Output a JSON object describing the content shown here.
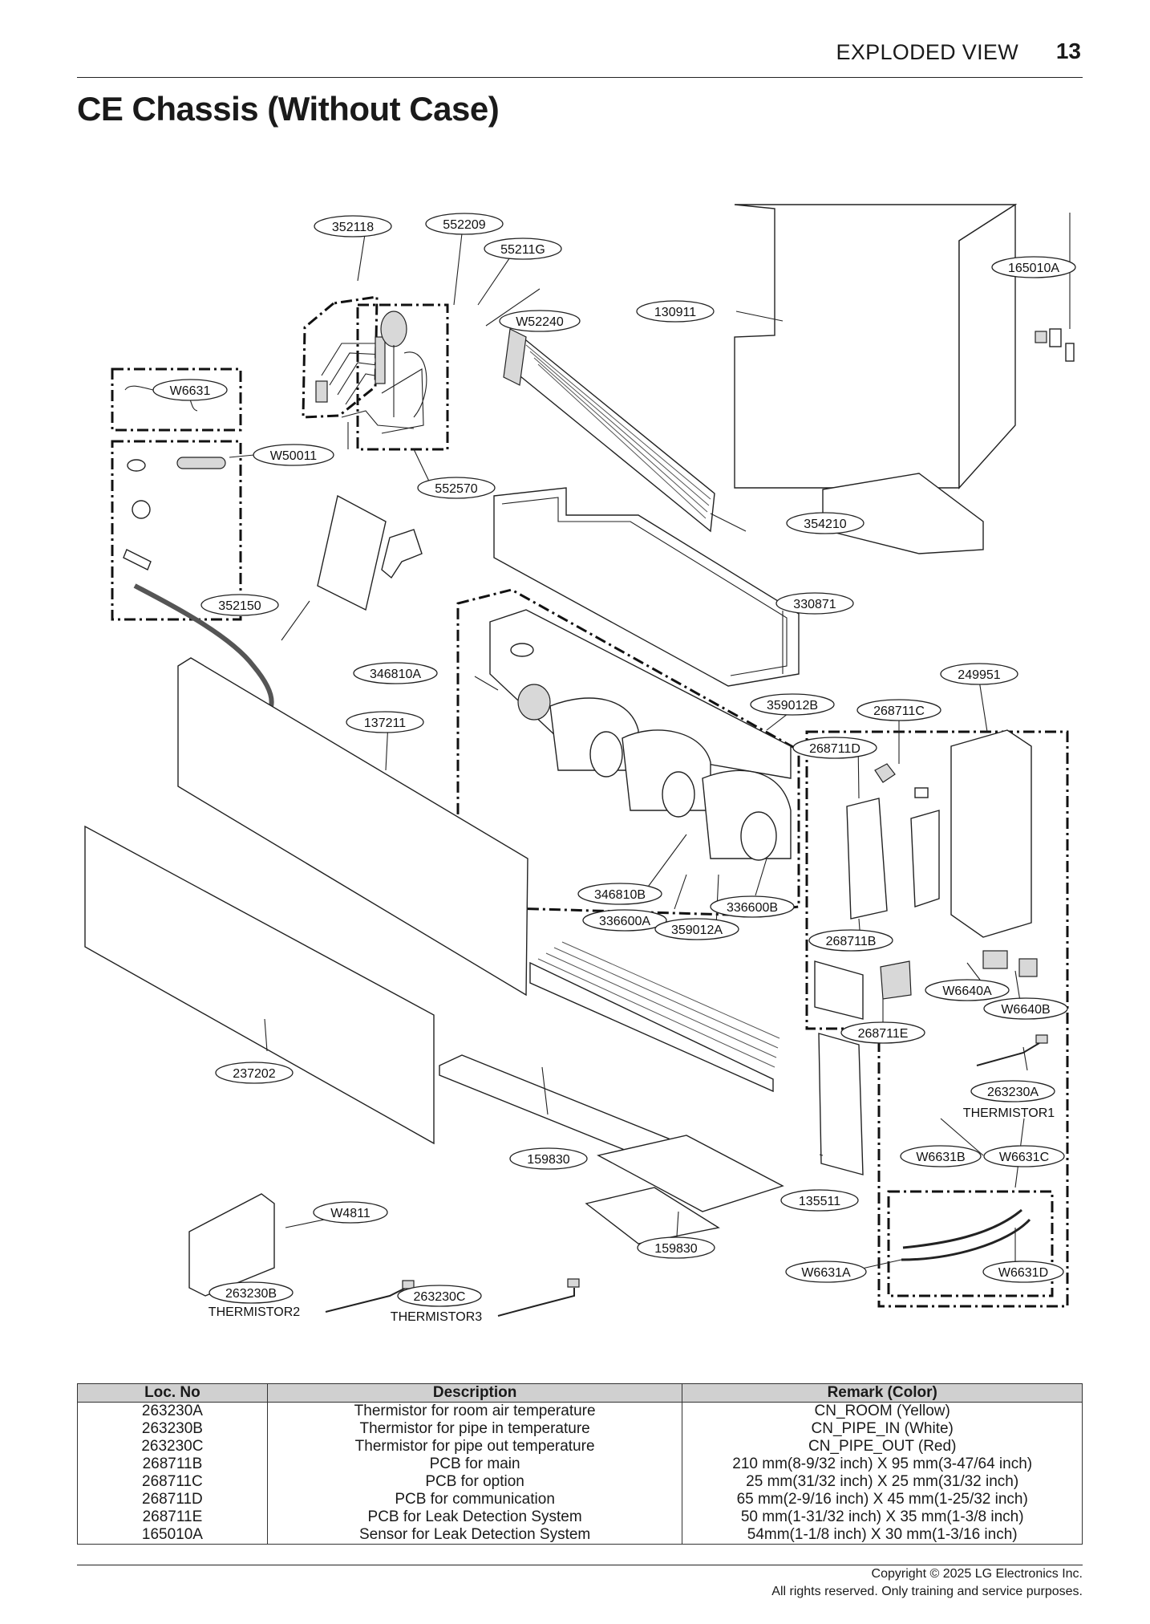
{
  "header": {
    "section": "EXPLODED VIEW",
    "page": "13"
  },
  "title": "CE Chassis (Without Case)",
  "labels": {
    "l352118": "352118",
    "l552209": "552209",
    "l55211G": "55211G",
    "lW52240": "W52240",
    "l130911": "130911",
    "l165010A": "165010A",
    "lW6631": "W6631",
    "lW50011": "W50011",
    "l552570": "552570",
    "l354210": "354210",
    "l352150": "352150",
    "l330871": "330871",
    "l346810A": "346810A",
    "l249951": "249951",
    "l359012B": "359012B",
    "l268711C": "268711C",
    "l137211": "137211",
    "l268711D": "268711D",
    "l346810B": "346810B",
    "l336600B": "336600B",
    "l336600A": "336600A",
    "l359012A": "359012A",
    "l268711B": "268711B",
    "lW6640A": "W6640A",
    "lW6640B": "W6640B",
    "l268711E": "268711E",
    "l237202": "237202",
    "l263230A": "263230A",
    "l159830a": "159830",
    "lW6631B": "W6631B",
    "lW6631C": "W6631C",
    "l135511": "135511",
    "lW4811": "W4811",
    "l159830b": "159830",
    "lW6631A": "W6631A",
    "lW6631D": "W6631D",
    "l263230B": "263230B",
    "l263230C": "263230C"
  },
  "captions": {
    "thermistor1": "THERMISTOR1",
    "thermistor2": "THERMISTOR2",
    "thermistor3": "THERMISTOR3"
  },
  "table": {
    "headers": [
      "Loc. No",
      "Description",
      "Remark (Color)"
    ],
    "rows": [
      [
        "263230A",
        "Thermistor for room air temperature",
        "CN_ROOM (Yellow)"
      ],
      [
        "263230B",
        "Thermistor for pipe in temperature",
        "CN_PIPE_IN (White)"
      ],
      [
        "263230C",
        "Thermistor for pipe out temperature",
        "CN_PIPE_OUT (Red)"
      ],
      [
        "268711B",
        "PCB for main",
        "210 mm(8-9/32 inch) X 95 mm(3-47/64 inch)"
      ],
      [
        "268711C",
        "PCB for option",
        "25 mm(31/32 inch) X 25 mm(31/32 inch)"
      ],
      [
        "268711D",
        "PCB for communication",
        "65 mm(2-9/16 inch) X 45 mm(1-25/32 inch)"
      ],
      [
        "268711E",
        "PCB for Leak Detection System",
        "50 mm(1-31/32 inch) X 35 mm(1-3/8 inch)"
      ],
      [
        "165010A",
        "Sensor for Leak Detection System",
        "54mm(1-1/8 inch) X 30 mm(1-3/16 inch)"
      ]
    ]
  },
  "footer": {
    "line1": "Copyright © 2025 LG Electronics Inc.",
    "line2": "All rights reserved. Only training and service purposes."
  }
}
